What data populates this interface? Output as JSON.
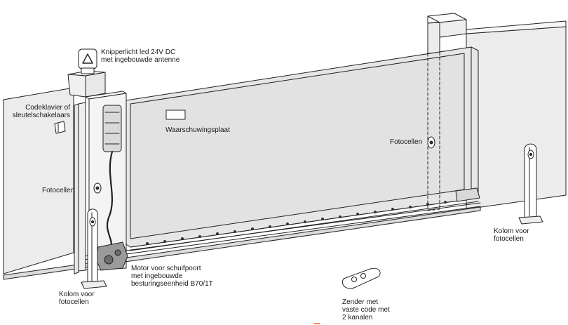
{
  "labels": {
    "knipperlicht": "Knipperlicht led 24V DC\nmet ingebouwde antenne",
    "codeklavier": "Codeklavier of\nsleutelschakelaars",
    "waarschuwingsplaat": "Waarschuwingsplaat",
    "fotocellen_links": "Fotocellen",
    "fotocellen_rechts": "Fotocellen",
    "kolom_rechts": "Kolom voor\nfotocellen",
    "motor": "Motor voor schuifpoort\nmet ingebouwde\nbesturingseenheid B70/1T",
    "kolom_links": "Kolom voor\nfotocellen",
    "zender": "Zender met\nvaste code met\n2 kanalen"
  },
  "colors": {
    "line": "#222222",
    "gate_fill": "#e6e6e6",
    "wall_fill": "#ececec",
    "post_fill": "#f4f4f4",
    "accent": "#e8641e"
  },
  "icons": {
    "flash_lamp": "warning-triangle-lamp",
    "keypad": "keypad-box",
    "photocell": "photocell-eye",
    "remote": "remote-control"
  }
}
